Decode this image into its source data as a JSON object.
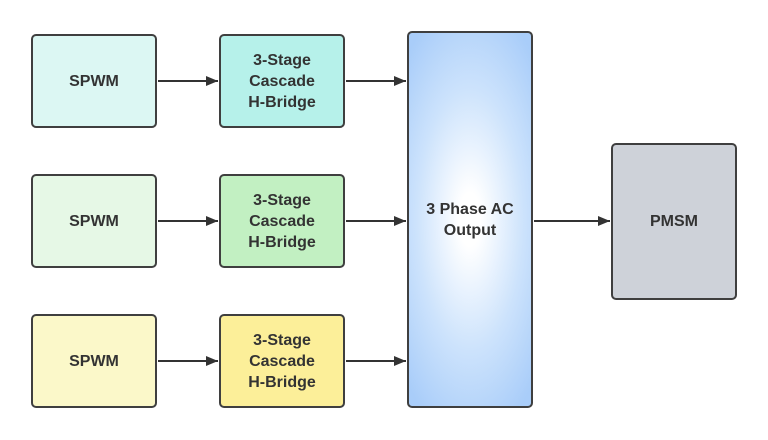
{
  "spwm_blocks": [
    {
      "label": "SPWM"
    },
    {
      "label": "SPWM"
    },
    {
      "label": "SPWM"
    }
  ],
  "hbridge_blocks": [
    {
      "label": "3-Stage\nCascade\nH-Bridge"
    },
    {
      "label": "3-Stage\nCascade\nH-Bridge"
    },
    {
      "label": "3-Stage\nCascade\nH-Bridge"
    }
  ],
  "output_block": {
    "label": "3 Phase AC\nOutput"
  },
  "motor_block": {
    "label": "PMSM"
  },
  "colors": {
    "border": "#3f3f3f",
    "text": "#333333",
    "spwm_fills": [
      "#dcf7f3",
      "#e6f8e6",
      "#fbf8c9"
    ],
    "hbridge_fills": [
      "#b6f1ea",
      "#c2f0c2",
      "#fcef99"
    ],
    "output_gradient": [
      "#ffffff",
      "#a9cdf9"
    ],
    "motor_fill": "#ced2d9"
  }
}
